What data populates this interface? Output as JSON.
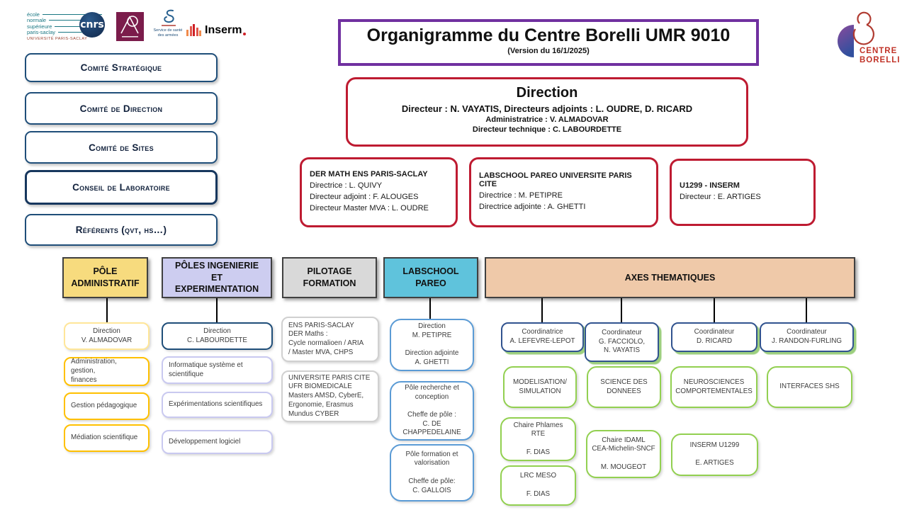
{
  "logos": {
    "ens": {
      "lines": [
        "école",
        "normale",
        "supérieure",
        "paris-saclay"
      ],
      "subtitle": "UNIVERSITÉ PARIS-SACLAY"
    },
    "cnrs": {
      "text": "cnrs"
    },
    "ssa": {
      "text": "Service de santé\ndes armées"
    },
    "inserm": {
      "text": "Inserm"
    },
    "borelli": {
      "line1": "CENTRE",
      "line2": "BORELLI"
    }
  },
  "title_box": {
    "title": "Organigramme du Centre Borelli UMR 9010",
    "subtitle": "(Version du 16/1/2025)"
  },
  "committees": [
    "Comité Stratégique",
    "Comité de Direction",
    "Comité de Sites",
    "Conseil de Laboratoire",
    "Référents (qvt, hs…)"
  ],
  "direction": {
    "title": "Direction",
    "line1": "Directeur : N. VAYATIS, Directeurs adjoints : L. OUDRE, D. RICARD",
    "line2": "Administratrice : V. ALMADOVAR",
    "line3": "Directeur technique : C. LABOURDETTE"
  },
  "partners": [
    {
      "title": "DER MATH ENS PARIS-SACLAY",
      "body": "Directrice : L. QUIVY\nDirecteur adjoint : F. ALOUGES\nDirecteur Master MVA : L. OUDRE"
    },
    {
      "title": "LABSCHOOL PAREO UNIVERSITE PARIS CITE",
      "body": "Directrice : M. PETIPRE\nDirectrice adjointe : A. GHETTI"
    },
    {
      "title": "U1299 - INSERM",
      "body": "Directeur : E. ARTIGES"
    }
  ],
  "poles": {
    "admin": {
      "header": "PÔLE ADMINISTRATIF",
      "direction": "Direction\nV. ALMADOVAR",
      "items": [
        "Administration, gestion,\nfinances",
        "Gestion pédagogique",
        "Médiation scientifique"
      ]
    },
    "ingenierie": {
      "header": "PÔLES INGENIERIE ET EXPERIMENTATION",
      "direction": "Direction\nC. LABOURDETTE",
      "items": [
        "Informatique système et\nscientifique",
        "Expérimentations scientifiques",
        "Développement logiciel"
      ]
    },
    "pilotage": {
      "header": "PILOTAGE FORMATION",
      "items": [
        "ENS PARIS-SACLAY\nDER Maths :\nCycle normalioen / ARIA\n/ Master MVA, CHPS",
        "UNIVERSITE PARIS CITE\nUFR BIOMEDICALE\nMasters AMSD, CyberE,\nErgonomie, Erasmus\nMundus CYBER"
      ]
    },
    "labschool": {
      "header": "LABSCHOOL PAREO",
      "items": [
        "Direction\nM. PETIPRE\n\nDirection adjointe\nA. GHETTI",
        "Pôle recherche et\nconception\n\nCheffe de pôle :\nC. DE CHAPPEDELAINE",
        "Pôle formation et\nvalorisation\n\nCheffe de pôle:\nC. GALLOIS"
      ]
    },
    "axes": {
      "header": "AXES THEMATIQUES",
      "coordinators": [
        "Coordinatrice\nA. LEFEVRE-LEPOT",
        "Coordinateur\nG. FACCIOLO,\nN. VAYATIS",
        "Coordinateur\nD. RICARD",
        "Coordinateur\nJ. RANDON-FURLING"
      ],
      "themes": [
        "MODELISATION/\nSIMULATION",
        "SCIENCE DES\nDONNEES",
        "NEUROSCIENCES\nCOMPORTEMENTALES",
        "INTERFACES SHS"
      ],
      "chairs": [
        "Chaire Phlames\nRTE\n\nF. DIAS",
        "Chaire IDAML\nCEA-Michelin-SNCF\n\nM. MOUGEOT",
        "INSERM U1299\n\nE. ARTIGES",
        "LRC MESO\n\nF. DIAS"
      ]
    }
  },
  "colors": {
    "accent_red": "#BE1B31",
    "accent_purple": "#7030A0",
    "navy_border": "#1F4E79",
    "admin_fill": "#F7DB7E",
    "admin_border": "#FFC000",
    "ingenierie_fill": "#CDCDF0",
    "pilotage_fill": "#D9D9D9",
    "labschool_fill": "#5FC3DC",
    "labschool_border": "#5B9BD5",
    "axes_fill": "#EFC9A9",
    "theme_green": "#92D050"
  }
}
